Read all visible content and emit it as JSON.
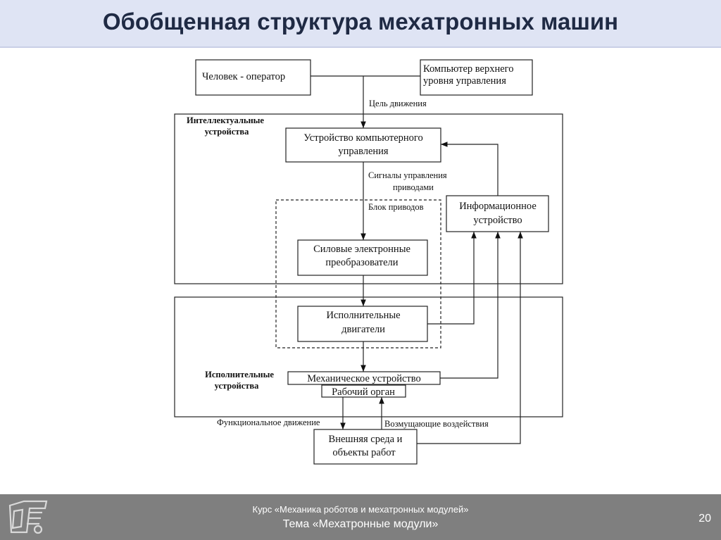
{
  "slide": {
    "title": "Обобщенная структура мехатронных машин"
  },
  "diagram": {
    "boxes": {
      "operator": "Человек  - оператор",
      "top_computer_l1": "Компьютер верхнего",
      "top_computer_l2": "уровня управления",
      "computer_control_l1": "Устройство компьютерного",
      "computer_control_l2": "управления",
      "power_electronics_l1": "Силовые электронные",
      "power_electronics_l2": "преобразователи",
      "actuators_l1": "Исполнительные",
      "actuators_l2": "двигатели",
      "info_device_l1": "Информационное",
      "info_device_l2": "устройство",
      "mechanical_device": "Механическое устройство",
      "working_organ": "Рабочий орган",
      "environment_l1": "Внешняя  среда и",
      "environment_l2": "объекты работ"
    },
    "groups": {
      "intelligent_l1": "Интеллектуальные",
      "intelligent_l2": "устройства",
      "executive_l1": "Исполнительные",
      "executive_l2": "устройства",
      "drive_block": "Блок приводов"
    },
    "labels": {
      "motion_goal": "Цель движения",
      "control_signals_l1": "Сигналы управления",
      "control_signals_l2": "приводами",
      "functional_motion": "Функциональное движение",
      "disturbances": "Возмущающие воздействия"
    }
  },
  "footer": {
    "course": "Курс «Механика роботов и мехатронных модулей»",
    "topic": "Тема «Мехатронные модули»",
    "page_number": "20"
  }
}
